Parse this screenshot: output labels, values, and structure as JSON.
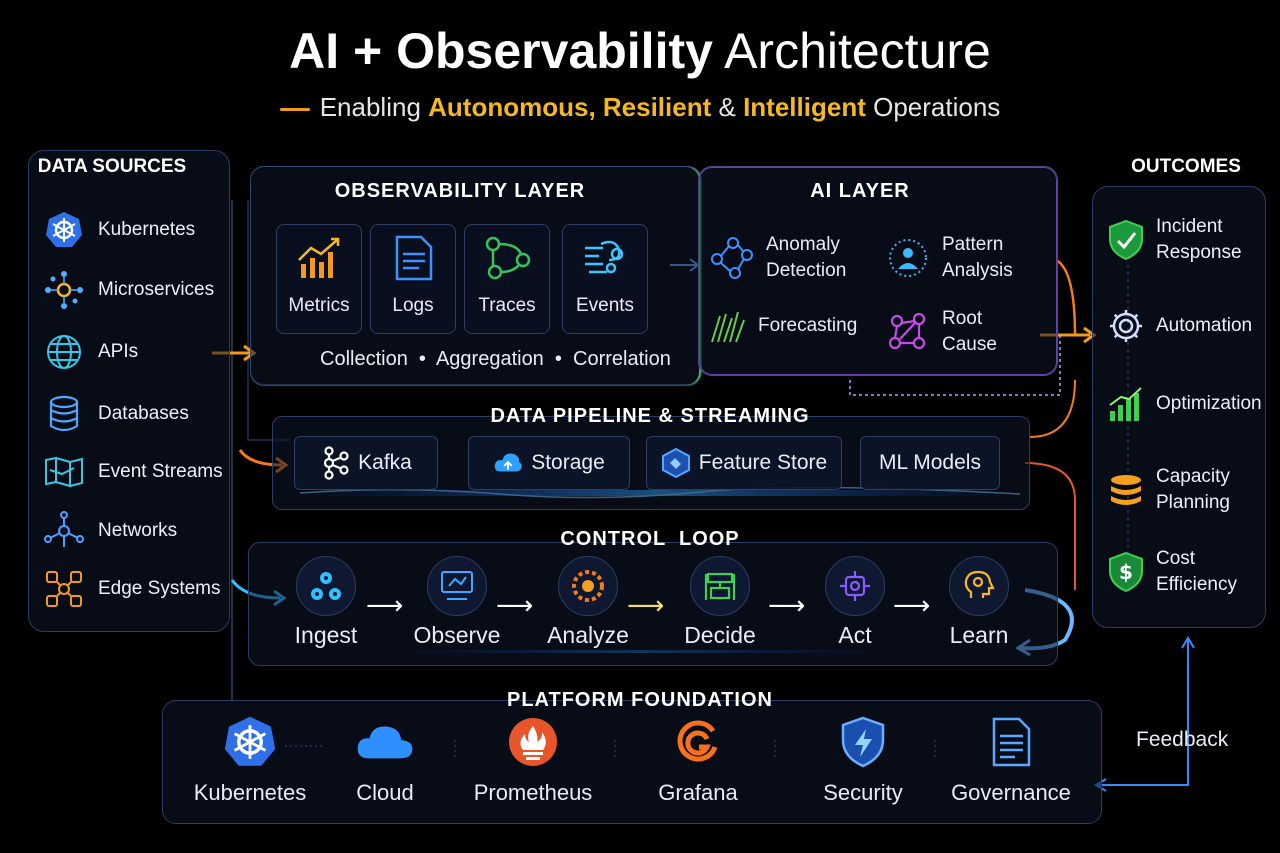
{
  "header": {
    "title_bold": "AI + Observability",
    "title_light": "Architecture",
    "subtitle_pre": "Enabling",
    "subtitle_hl1": "Autonomous, Resilient",
    "subtitle_amp": "&",
    "subtitle_hl2": "Intelligent",
    "subtitle_post": "Operations"
  },
  "data_sources": {
    "title": "DATA SOURCES",
    "items": [
      {
        "label": "Kubernetes",
        "icon": "kubernetes-icon"
      },
      {
        "label": "Microservices",
        "icon": "microservices-icon"
      },
      {
        "label": "APIs",
        "icon": "globe-icon"
      },
      {
        "label": "Databases",
        "icon": "database-icon"
      },
      {
        "label": "Event Streams",
        "icon": "event-stream-icon"
      },
      {
        "label": "Networks",
        "icon": "network-icon"
      },
      {
        "label": "Edge Systems",
        "icon": "edge-icon"
      }
    ]
  },
  "observability": {
    "title": "OBSERVABILITY LAYER",
    "items": [
      {
        "label": "Metrics",
        "icon": "chart-icon"
      },
      {
        "label": "Logs",
        "icon": "document-icon"
      },
      {
        "label": "Traces",
        "icon": "trace-icon"
      },
      {
        "label": "Events",
        "icon": "events-icon"
      }
    ],
    "footer": "Collection  •  Aggregation  •  Correlation"
  },
  "ai_layer": {
    "title": "AI LAYER",
    "items": [
      {
        "label": "Anomaly Detection",
        "icon": "anomaly-icon"
      },
      {
        "label": "Pattern Analysis",
        "icon": "pattern-icon"
      },
      {
        "label": "Forecasting",
        "icon": "forecast-icon"
      },
      {
        "label": "Root Cause",
        "icon": "root-cause-icon"
      }
    ]
  },
  "pipeline": {
    "title": "DATA PIPELINE & STREAMING",
    "items": [
      {
        "label": "Kafka",
        "icon": "kafka-icon"
      },
      {
        "label": "Storage",
        "icon": "storage-icon"
      },
      {
        "label": "Feature Store",
        "icon": "feature-store-icon"
      },
      {
        "label": "ML Models",
        "icon": ""
      }
    ]
  },
  "control_loop": {
    "title": "CONTROL  LOOP",
    "items": [
      {
        "label": "Ingest",
        "icon": "ingest-icon"
      },
      {
        "label": "Observe",
        "icon": "monitor-icon"
      },
      {
        "label": "Analyze",
        "icon": "analyze-icon"
      },
      {
        "label": "Decide",
        "icon": "decide-icon"
      },
      {
        "label": "Act",
        "icon": "act-icon"
      },
      {
        "label": "Learn",
        "icon": "learn-icon"
      }
    ]
  },
  "outcomes": {
    "title": "OUTCOMES",
    "items": [
      {
        "label": "Incident Response",
        "icon": "shield-icon"
      },
      {
        "label": "Automation",
        "icon": "gear-icon"
      },
      {
        "label": "Optimization",
        "icon": "growth-icon"
      },
      {
        "label": "Capacity Planning",
        "icon": "layers-icon"
      },
      {
        "label": "Cost Efficiency",
        "icon": "dollar-icon"
      }
    ]
  },
  "platform": {
    "title": "PLATFORM FOUNDATION",
    "items": [
      {
        "label": "Kubernetes",
        "icon": "kubernetes-icon"
      },
      {
        "label": "Cloud",
        "icon": "cloud-icon"
      },
      {
        "label": "Prometheus",
        "icon": "prometheus-icon"
      },
      {
        "label": "Grafana",
        "icon": "grafana-icon"
      },
      {
        "label": "Security",
        "icon": "security-icon"
      },
      {
        "label": "Governance",
        "icon": "governance-icon"
      }
    ]
  },
  "feedback_label": "Feedback",
  "colors": {
    "accent_orange": "#f39a1e",
    "accent_blue": "#2f8fff",
    "highlight_yellow": "#f6b820",
    "panel_border": "#2b3d63"
  }
}
